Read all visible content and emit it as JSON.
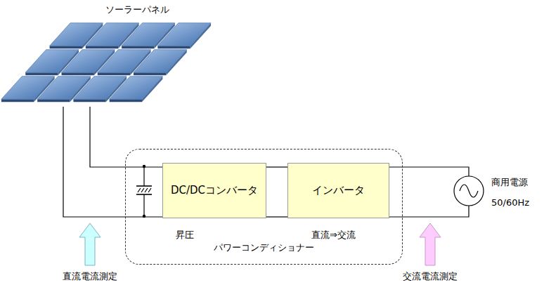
{
  "diagram": {
    "nodes": [
      {
        "text": [
          "ソーラーパネル"
        ]
      },
      {
        "text": [
          "パワーコンディショナー"
        ]
      },
      {
        "text": [
          "DC/DCコンバータ"
        ],
        "in": 1
      },
      {
        "text": [
          "インバータ"
        ],
        "in": 1
      },
      {
        "text": [
          "商用電源",
          "50/60Hz"
        ]
      }
    ],
    "edges": [
      {
        "from": 0,
        "to": 2,
        "arrow": "none"
      },
      {
        "from": 2,
        "to": 3,
        "arrow": "none"
      },
      {
        "from": 3,
        "to": 4,
        "arrow": "none"
      }
    ],
    "labels": [
      "昇圧",
      "直流⇒交流",
      "直流電流測定",
      "交流電流測定"
    ]
  }
}
